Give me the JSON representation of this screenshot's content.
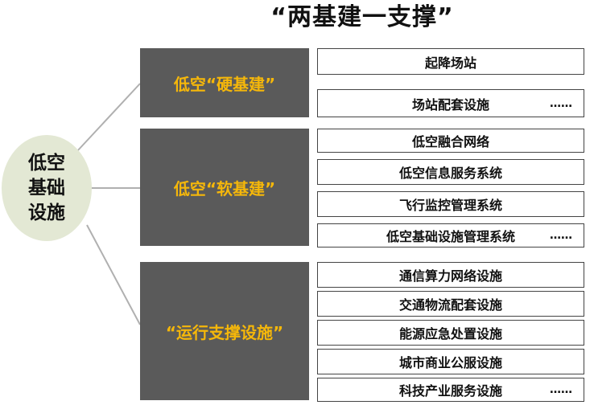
{
  "title": "“两基建一支撑”",
  "root": {
    "label": "低空基础设施"
  },
  "categories": [
    {
      "label": "低空“硬基建”"
    },
    {
      "label": "低空“软基建”"
    },
    {
      "label": "“运行支撑设施”"
    }
  ],
  "items": [
    {
      "label": "起降场站",
      "more": ""
    },
    {
      "label": "场站配套设施",
      "more": "……"
    },
    {
      "label": "低空融合网络",
      "more": ""
    },
    {
      "label": "低空信息服务系统",
      "more": ""
    },
    {
      "label": "飞行监控管理系统",
      "more": ""
    },
    {
      "label": "低空基础设施管理系统",
      "more": "……"
    },
    {
      "label": "通信算力网络设施",
      "more": ""
    },
    {
      "label": "交通物流配套设施",
      "more": ""
    },
    {
      "label": "能源应急处置设施",
      "more": ""
    },
    {
      "label": "城市商业公服设施",
      "more": ""
    },
    {
      "label": "科技产业服务设施",
      "more": "……"
    }
  ]
}
